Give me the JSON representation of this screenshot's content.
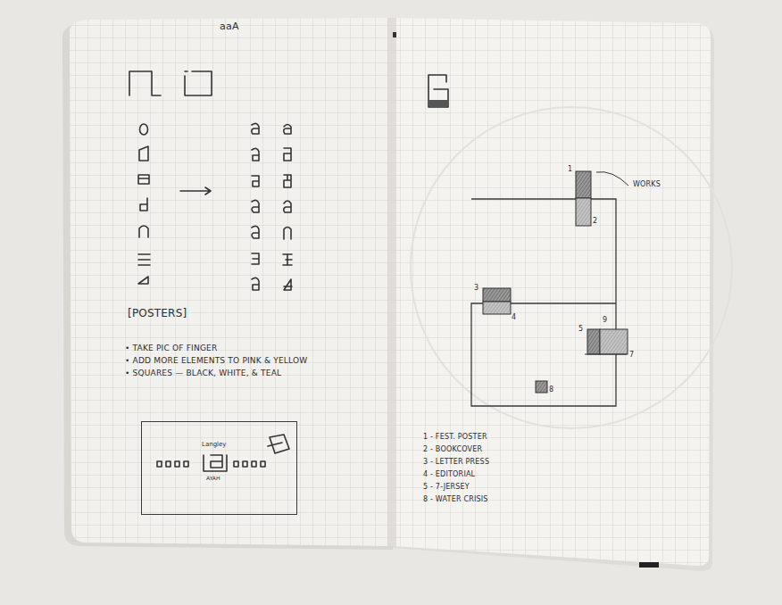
{
  "diagram": {
    "nodes": [
      {
        "text": [
          "Langley",
          "AYAH"
        ]
      }
    ],
    "labels": [
      "aaA",
      "[POSTERS]",
      "• TAKE PIC OF FINGER",
      "• ADD MORE ELEMENTS TO PINK & YELLOW",
      "• SQUARES — BLACK, WHITE, & TEAL",
      "1",
      "WORKS",
      "2",
      "3",
      "4",
      "5",
      "9",
      "7",
      "8",
      "1 - FEST. POSTER",
      "2 - BOOKCOVER",
      "3 - LETTER PRESS",
      "4 - EDITORIAL",
      "5 - 7-JERSEY",
      "8 - WATER CRISIS"
    ]
  }
}
